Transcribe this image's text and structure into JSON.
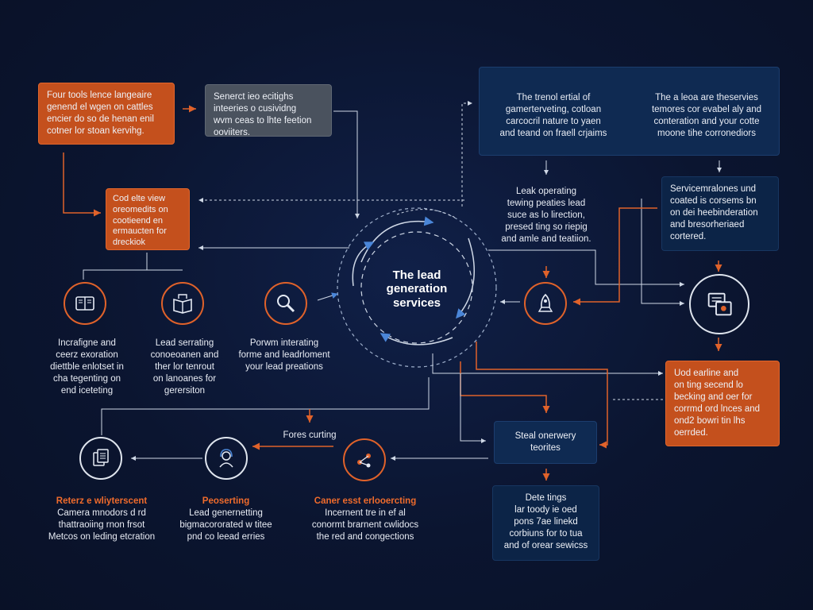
{
  "hub": {
    "line1": "The lead",
    "line2": "generation",
    "line3": "services"
  },
  "boxes": {
    "top_left_orange": [
      "Four tools lence langeaire",
      "genend el wgen on cattles",
      "encier do so de henan enil",
      "cotner lor stoan kervihg."
    ],
    "top_slate": [
      "Senerct ieo ecitighs",
      "inteeries o cusividng",
      "wvm ceas to lhte feetion",
      "ooviiters."
    ],
    "top_right_navy_left": [
      "The trenol ertial of",
      "gamerterveting, cotloan",
      "carcocril nature to yaen",
      "and teand on fraell crjaims"
    ],
    "top_right_navy_right": [
      "The a leoa are theservies",
      "temores cor evabel aly and",
      "conteration and your cotte",
      "moone tihe corronediors"
    ],
    "left_orange_small": [
      "Cod elte view",
      "oreomedits on",
      "cootieend en",
      "ermaucten for",
      "dreckiok"
    ],
    "right_navy_mid": [
      "Servicemralones und",
      "coated is corsems bn",
      "on dei heebinderation",
      "and bresorheriaed",
      "cortered."
    ],
    "right_orange_bottom": [
      "Uod earline and",
      "on ting secend lo",
      "becking and oer for",
      "corrmd ord lnces and",
      "ond2 bowri tin lhs",
      "oerrded."
    ],
    "bottom_navy_small": [
      "Steal onerwery",
      "teorites"
    ],
    "bottom_navy_tall": [
      "Dete tings",
      "lar toody ie oed",
      "pons  7ae linekd",
      "corbiuns for to tua",
      "and of orear sewicss"
    ]
  },
  "mid_text": {
    "lead_operating": [
      "Leak operating",
      "tewing peaties lead",
      "suce as lo lirection,",
      "presed ting so riepig",
      "and amle and teatiion."
    ]
  },
  "icon_captions": {
    "cap1": [
      "Incrafigne and",
      "ceerz exoration",
      "diettble enlotset in",
      "cha tegenting on",
      "end iceteting"
    ],
    "cap2": [
      "Lead serrating",
      "conoeoanen and",
      "ther lor tenrout",
      "on lanoanes for",
      "gerersiton"
    ],
    "cap3": [
      "Porwm interating",
      "forme and leadrloment",
      "your lead preations"
    ],
    "cap_bottom1_title": "Reterz e wliyterscent",
    "cap_bottom1": [
      "Camera mnodors d rd",
      "thattraoiing rnon frsot",
      "Metcos on leding etcration"
    ],
    "cap_bottom2_title": "Peoserting",
    "cap_bottom2": [
      "Lead genernetting",
      "bigmacororated w titee",
      "pnd co leead erries"
    ],
    "cap_bottom3_title": "Caner esst erlooercting",
    "cap_bottom3": [
      "Incernent tre in ef al",
      "conormt brarnent cwlidocs",
      "the red and congections"
    ],
    "forest_label": "Fores curting"
  },
  "icons": {
    "i1": "book-icon",
    "i2": "open-book-icon",
    "i3": "search-icon",
    "i4": "rocket-icon",
    "i5": "documents-icon",
    "i6": "file-stack-icon",
    "i7": "headset-person-icon",
    "i8": "network-nodes-icon"
  },
  "colors": {
    "orange": "#e0622a",
    "navy": "#0f2a52",
    "background": "#0b1530",
    "slate": "#4a525e"
  }
}
